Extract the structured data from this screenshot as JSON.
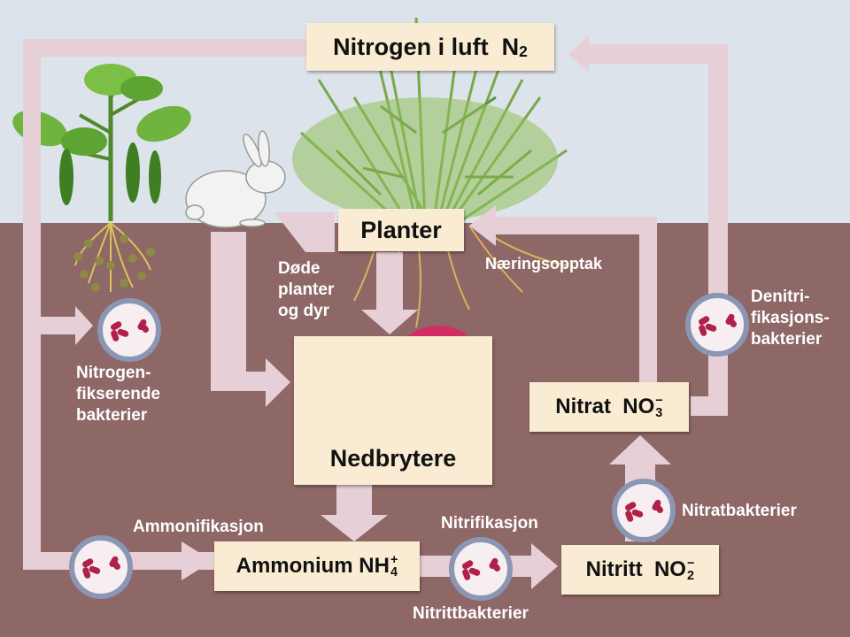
{
  "boxes": {
    "air": {
      "title": "Nitrogen i luft",
      "formula": "N",
      "sub": "2"
    },
    "plants": {
      "title": "Planter"
    },
    "decomposers": {
      "title": "Nedbrytere"
    },
    "ammonium": {
      "title": "Ammonium NH",
      "sup": "+",
      "sub": "4"
    },
    "nitrite": {
      "title": "Nitritt",
      "formula": "NO",
      "sup": "−",
      "sub": "2"
    },
    "nitrate": {
      "title": "Nitrat",
      "formula": "NO",
      "sup": "−",
      "sub": "3"
    }
  },
  "labels": {
    "dead": [
      "Døde",
      "planter",
      "og dyr"
    ],
    "uptake": "Næringsopptak",
    "fixing": [
      "Nitrogen-",
      "fikserende",
      "bakterier"
    ],
    "denitri": [
      "Denitri-",
      "fikasjons-",
      "bakterier"
    ],
    "ammonification": "Ammonifikasjon",
    "nitrification": "Nitrifikasjon",
    "nitrite_bacteria": "Nitrittbakterier",
    "nitrate_bacteria": "Nitratbakterier"
  },
  "colors": {
    "sky": "#dde3ea",
    "soil": "#8e6767",
    "arrow": "#e6cfd6",
    "box": "#f9ecd2",
    "bacteria_ring": "#8a96b4",
    "bacteria_cell": "#b0214a"
  }
}
